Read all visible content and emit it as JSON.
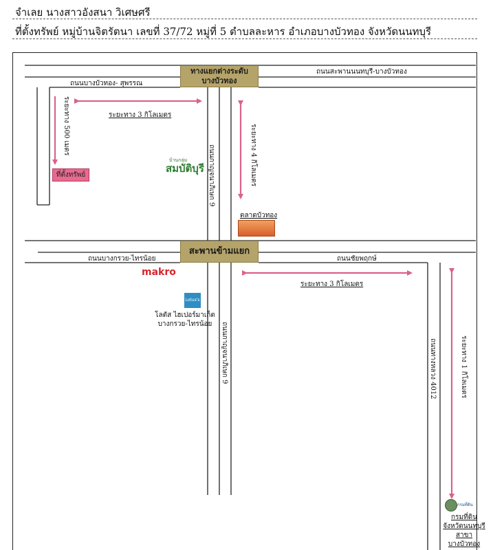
{
  "header": {
    "line1": "จำเลย นางสาวอังสนา วิเศษศรี",
    "line2": "ที่ตั้งทรัพย์ หมู่บ้านจิตรัตนา เลขที่ 37/72 หมู่ที่ 5  ตำบลละหาร อำเภอบางบัวทอง จังหวัดนนทบุรี"
  },
  "junctions": {
    "top": [
      "ทางแยกต่างระดับ",
      "บางบัวทอง"
    ],
    "middle": "สะพานข้ามแยก"
  },
  "roads": {
    "top_right": "ถนนสะพานนนทบุรี-บางบัวทอง",
    "top_left": "ถนนบางบัวทอง- สุพรรณ",
    "mid_left": "ถนนบางกรวย-ไทรน้อย",
    "mid_right": "ถนนชัยพฤกษ์",
    "highway9_upper": "ถนนกาญจนาภิเษก 9",
    "highway9_lower": "ถนนกาญจนาภิเษก 9",
    "road_4012": "ถนนทางหลวง 4012"
  },
  "distances": {
    "d500": "ระยะทาง 500 เมตร",
    "d3_top": "ระยะทาง 3 กิโลเมตร",
    "d4": "ระยะทาง 4 กิโลเมตร",
    "d3_mid": "ระยะทาง 3 กิโลเมตร",
    "d1": "ระยะทาง 1 กิโลเมตร"
  },
  "places": {
    "property": "ที่ตั้งทรัพย์",
    "sombat": "สมบัติบุรี",
    "sombat_small": "บ้านกลุ่ม",
    "market": "ตลาดบัวทอง",
    "makro": "makro",
    "lotus_logo": "Lotus's",
    "lotus_line1": "โลตัส ไฮเปอร์มาเก็ต",
    "lotus_line2": "บางกรวย-ไทรน้อย",
    "land_logo": "กรมที่ดิน",
    "land_line1": "กรมที่ดิน",
    "land_line2": "จังหวัดนนทบุรี",
    "land_line3": "สาขาบางบัวทอง"
  },
  "colors": {
    "arrow": "#d9628c",
    "junction": "#b5a46a",
    "property_box": "#e86a8f",
    "makro": "#d6262c",
    "lotus": "#2e8ec4",
    "sombat": "#2e7d32",
    "market": "#e8742a"
  }
}
